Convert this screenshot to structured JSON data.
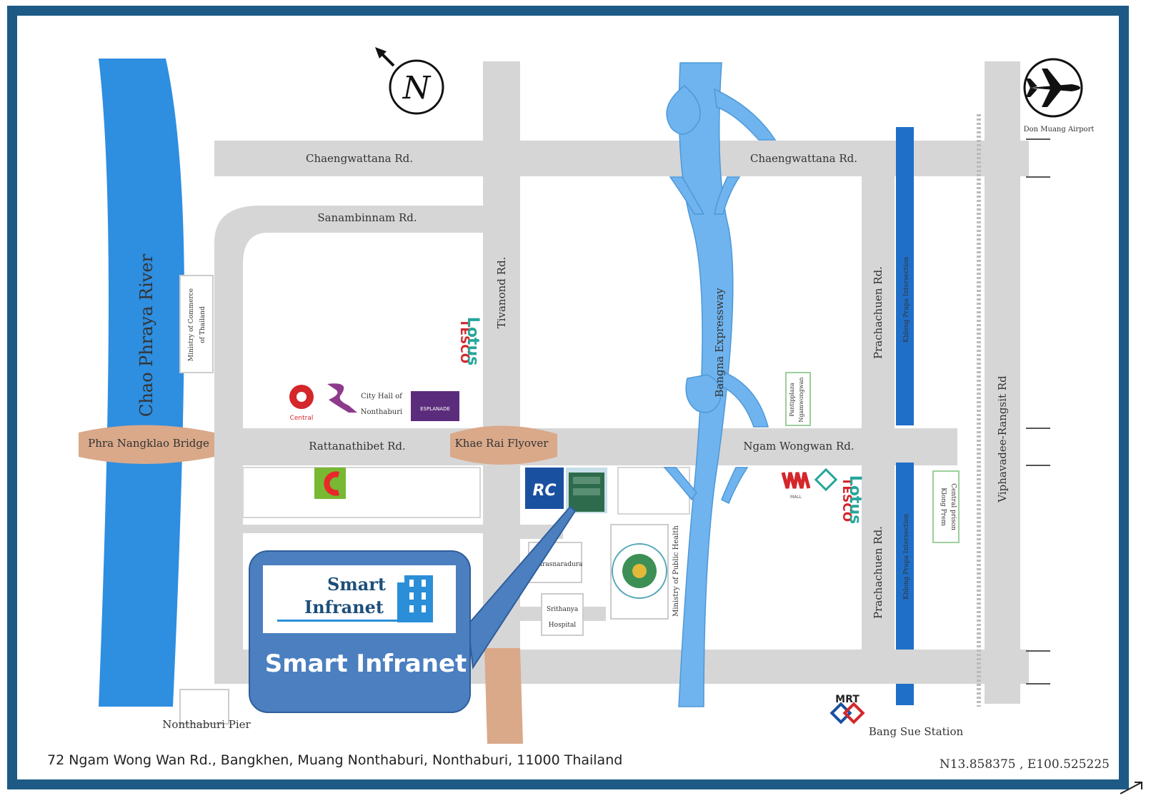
{
  "map": {
    "address": "72 Ngam Wong Wan Rd., Bangkhen, Muang Nonthaburi, Nonthaburi, 11000 Thailand",
    "coordinates": "N13.858375 , E100.525225",
    "north_letter": "N",
    "river_label": "Chao Phraya River",
    "roads": {
      "chaeng_west": "Chaengwattana Rd.",
      "chaeng_east": "Chaengwattana Rd.",
      "sanambinnam": "Sanambinnam Rd.",
      "tivanond": "Tivanond Rd.",
      "rattanathibet": "Rattanathibet Rd.",
      "khae_rai": "Khae Rai Flyover",
      "phra_nangklao": "Phra Nangklao Bridge",
      "ngam_wongwan": "Ngam Wongwan Rd.",
      "expressway": "Bangna Expressway",
      "prachachuen_top": "Prachachuen Rd.",
      "prachachuen_bottom": "Prachachuen Rd.",
      "viphavadee": "Viphavadee-Rangsit Rd",
      "klong_prapa_top": "Khlong Prapa Intersection",
      "klong_prapa_bottom": "Khlong Prapa Intersection"
    },
    "landmarks": {
      "airport": "Don Muang Airport",
      "pier": "Nonthaburi Pier",
      "station": "Bang Sue Station",
      "mrt": "MRT",
      "ministry_commerce_1": "Ministry of Commerce",
      "ministry_commerce_2": "of Thailand",
      "city_hall_1": "City Hall of",
      "city_hall_2": "Nonthaburi",
      "central": "Central",
      "tesco_1": "TESCO",
      "tesco_2": "Lotus",
      "tesco_b1": "TESCO",
      "tesco_b2": "Lotus",
      "esplanade": "ESPLANADE",
      "pantip_1": "Pantipplaza",
      "pantip_2": "Ngamwongwan",
      "rc": "RC",
      "bamrasnaradura": "Bamrasnaradura",
      "srithanya_1": "Srithanya",
      "srithanya_2": "Hospital",
      "ministry_health": "Ministry of Public Health",
      "klong_prem_1": "Klong Prem",
      "klong_prem_2": "Central prison",
      "mall": "MALL"
    },
    "callout": {
      "logo_line1": "Smart",
      "logo_line2": "Infranet",
      "title": "Smart Infranet"
    },
    "colors": {
      "frame": "#1d5a85",
      "river": "#2e8ee0",
      "road": "#d6d6d6",
      "expressway": "#6fb4ee",
      "rail": "#1f6fc8",
      "callout": "#4b7fc0",
      "bridge": "#d9a98a"
    }
  }
}
